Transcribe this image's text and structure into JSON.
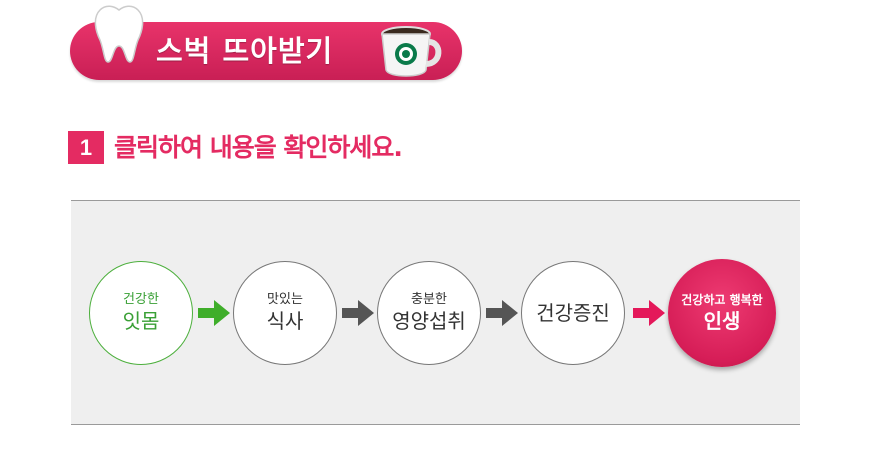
{
  "banner": {
    "title": "스벅 뜨아받기",
    "tooth_icon": "tooth-icon",
    "cup_icon": "coffee-cup-icon"
  },
  "step": {
    "number": "1",
    "instruction": "클릭하여 내용을 확인하세요."
  },
  "flow": {
    "items": [
      {
        "small": "건강한",
        "big": "잇몸"
      },
      {
        "small": "맛있는",
        "big": "식사"
      },
      {
        "small": "충분한",
        "big": "영양섭취"
      },
      {
        "small": "",
        "big": "건강증진"
      },
      {
        "small": "건강하고 행복한",
        "big": "인생"
      }
    ],
    "arrow_colors": [
      "#3fae2a",
      "#555555",
      "#555555",
      "#555555"
    ],
    "final_arrow_color": "#e4185a"
  }
}
